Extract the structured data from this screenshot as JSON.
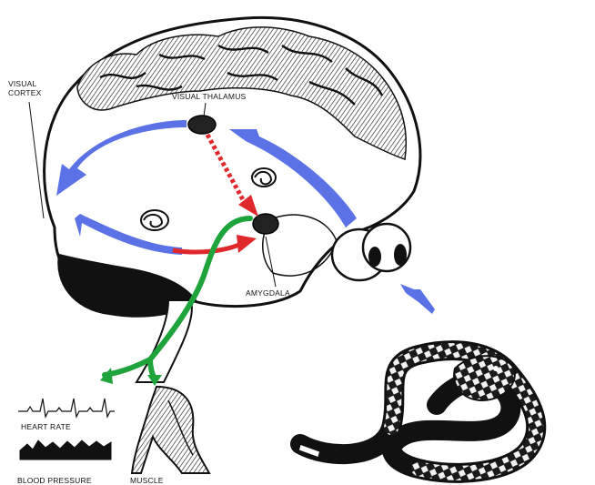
{
  "labels": {
    "visual_cortex": "VISUAL\nCORTEX",
    "visual_thalamus": "VISUAL THALAMUS",
    "amygdala": "AMYGDALA",
    "heart_rate": "HEART RATE",
    "blood_pressure": "BLOOD PRESSURE",
    "muscle": "MUSCLE"
  },
  "colors": {
    "blue_pathway": "#5a72e6",
    "red_pathway": "#e0282c",
    "green_pathway": "#1fa33b",
    "ink": "#111111"
  }
}
